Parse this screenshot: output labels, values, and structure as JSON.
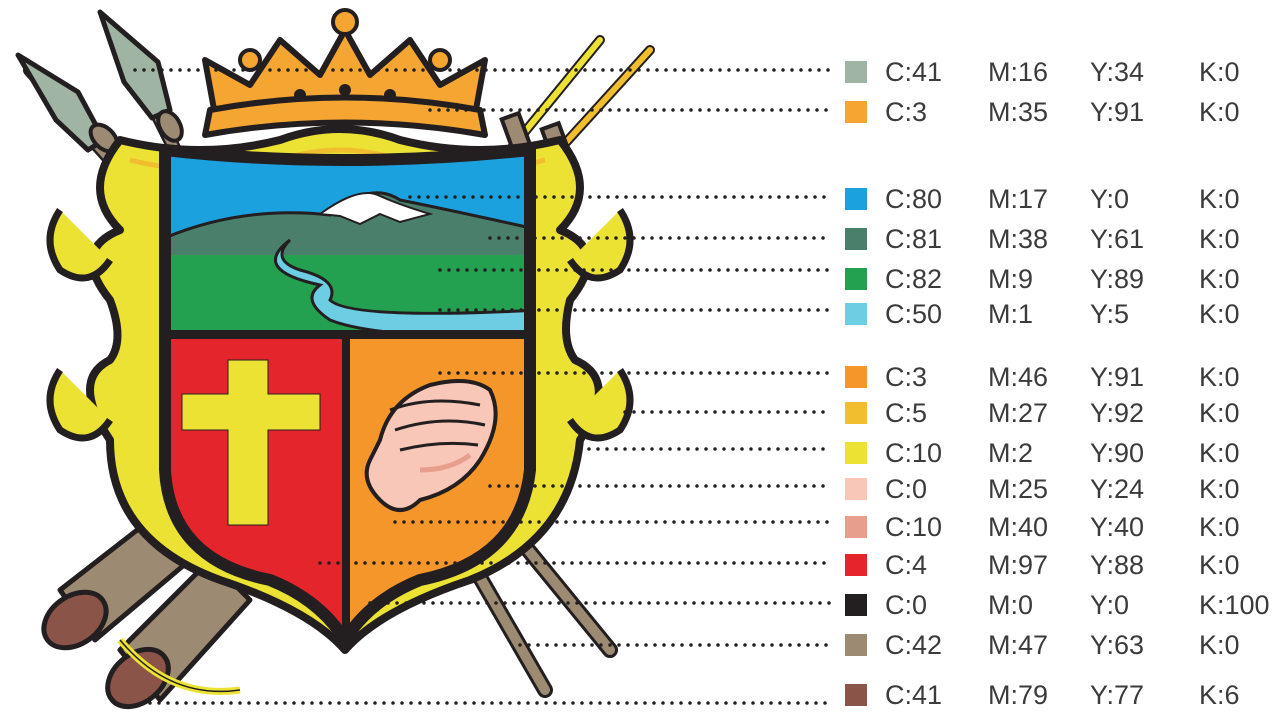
{
  "colors": {
    "sage": "#9fb4a3",
    "orange_gold": "#f4a532",
    "sky": "#1ba1dd",
    "dark_green": "#4a7f6c",
    "green": "#24a150",
    "light_blue": "#6ccde3",
    "orange": "#f5962a",
    "gold": "#f0be2e",
    "yellow": "#ece234",
    "pale_pink": "#f8c7b8",
    "pink": "#e89e8c",
    "red": "#e4262c",
    "black": "#231f20",
    "tan": "#9d8a72",
    "brown": "#8a5449"
  },
  "legend": [
    {
      "c": "C:41",
      "m": "M:16",
      "y": "Y:34",
      "k": "K:0",
      "swatch": "#9fb4a3"
    },
    {
      "c": "C:3",
      "m": "M:35",
      "y": "Y:91",
      "k": "K:0",
      "swatch": "#f4a532"
    },
    {
      "c": "C:80",
      "m": "M:17",
      "y": "Y:0",
      "k": "K:0",
      "swatch": "#1ba1dd"
    },
    {
      "c": "C:81",
      "m": "M:38",
      "y": "Y:61",
      "k": "K:0",
      "swatch": "#4a7f6c"
    },
    {
      "c": "C:82",
      "m": "M:9",
      "y": "Y:89",
      "k": "K:0",
      "swatch": "#24a150"
    },
    {
      "c": "C:50",
      "m": "M:1",
      "y": "Y:5",
      "k": "K:0",
      "swatch": "#6ccde3"
    },
    {
      "c": "C:3",
      "m": "M:46",
      "y": "Y:91",
      "k": "K:0",
      "swatch": "#f5962a"
    },
    {
      "c": "C:5",
      "m": "M:27",
      "y": "Y:92",
      "k": "K:0",
      "swatch": "#f0be2e"
    },
    {
      "c": "C:10",
      "m": "M:2",
      "y": "Y:90",
      "k": "K:0",
      "swatch": "#ece234"
    },
    {
      "c": "C:0",
      "m": "M:25",
      "y": "Y:24",
      "k": "K:0",
      "swatch": "#f8c7b8"
    },
    {
      "c": "C:10",
      "m": "M:40",
      "y": "Y:40",
      "k": "K:0",
      "swatch": "#e89e8c"
    },
    {
      "c": "C:4",
      "m": "M:97",
      "y": "Y:88",
      "k": "K:0",
      "swatch": "#e4262c"
    },
    {
      "c": "C:0",
      "m": "M:0",
      "y": "Y:0",
      "k": "K:100",
      "swatch": "#231f20"
    },
    {
      "c": "C:42",
      "m": "M:47",
      "y": "Y:63",
      "k": "K:0",
      "swatch": "#9d8a72"
    },
    {
      "c": "C:41",
      "m": "M:79",
      "y": "Y:77",
      "k": "K:6",
      "swatch": "#8a5449"
    }
  ]
}
